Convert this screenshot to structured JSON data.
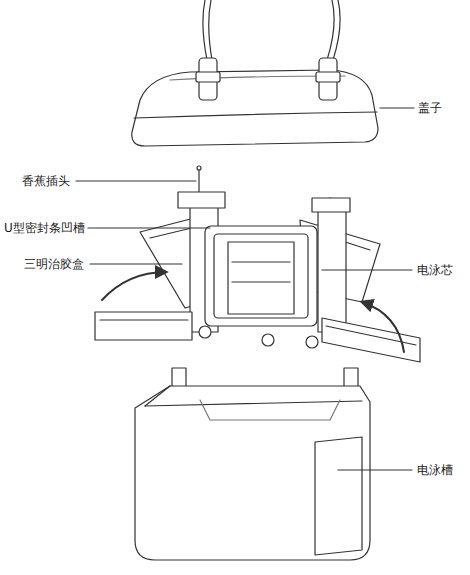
{
  "diagram": {
    "labels": [
      "盖子",
      "香蕉插头",
      "U型密封条凹槽",
      "三明治胶盒",
      "电泳芯",
      "电泳槽"
    ]
  }
}
